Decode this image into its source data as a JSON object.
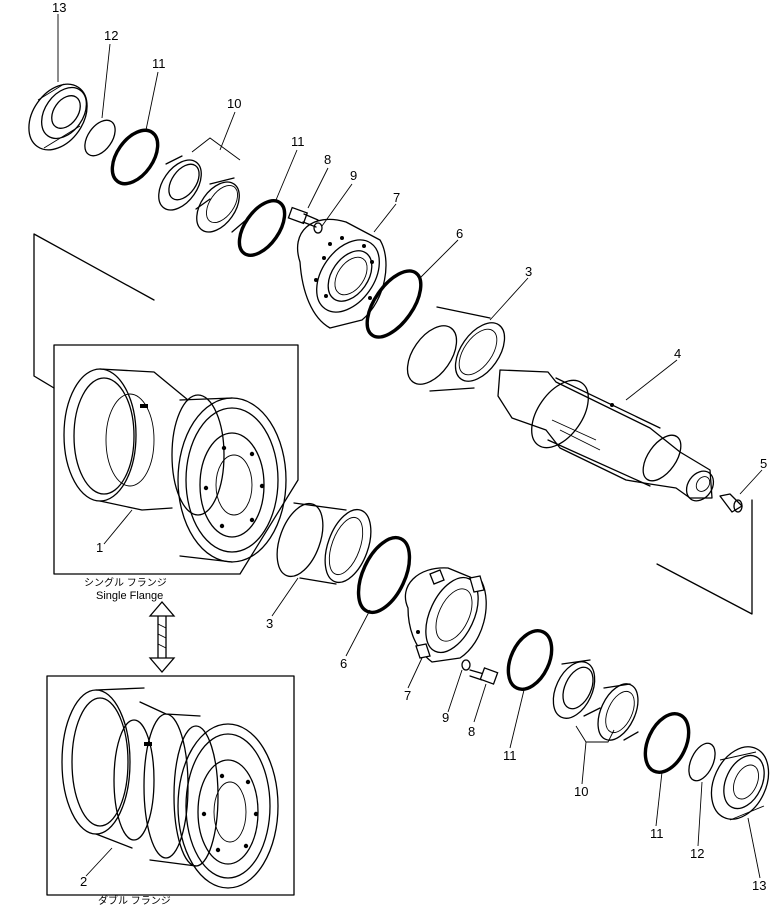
{
  "parts": {
    "p1": "1",
    "p2": "2",
    "p3": "3",
    "p4": "4",
    "p5": "5",
    "p6": "6",
    "p7": "7",
    "p8": "8",
    "p9": "9",
    "p10": "10",
    "p11": "11",
    "p12": "12",
    "p13": "13"
  },
  "captions": {
    "single_jp": "シングル フランジ",
    "single_en": "Single Flange",
    "double_jp": "ダブル フランジ"
  }
}
